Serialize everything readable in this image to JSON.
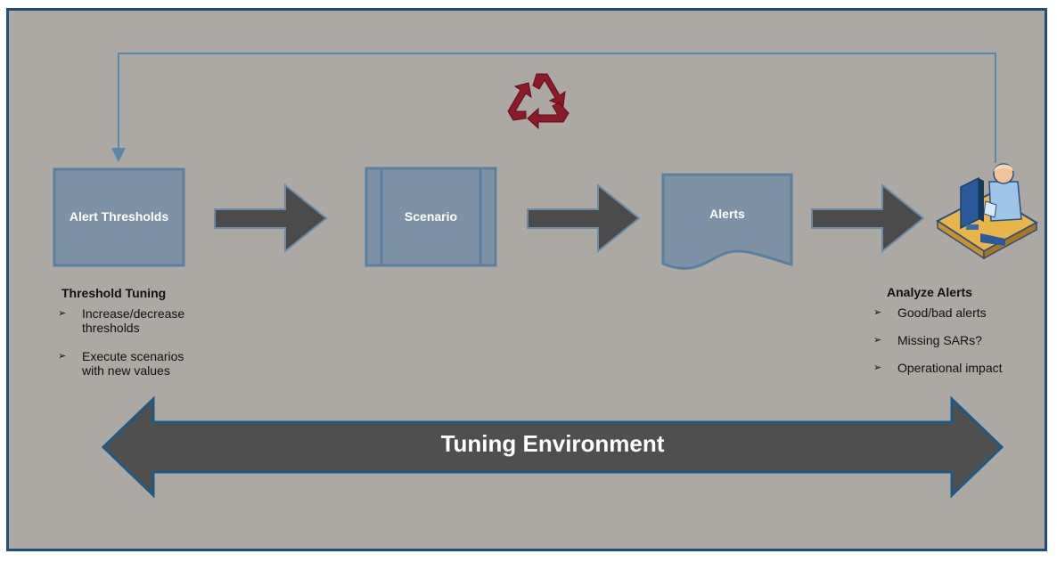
{
  "colors": {
    "background": "#aca8a3",
    "frame_border": "#1e4f7a",
    "box_fill": "#7d92a7",
    "box_border": "#5a7f9f",
    "arrow_fill": "#4b4b4b",
    "arrow_outline": "#6d8ba5",
    "loop_line": "#5a88ad",
    "recycle_icon": "#8c1a28",
    "banner_fill": "#4f4f4f",
    "banner_outline": "#1f5a86"
  },
  "nodes": {
    "thresholds": {
      "label": "Alert Thresholds"
    },
    "scenario": {
      "label": "Scenario"
    },
    "alerts": {
      "label": "Alerts"
    },
    "analyst": {
      "icon": "analyst-at-computer-icon"
    }
  },
  "cycle_icon": "recycle-icon",
  "threshold_tuning": {
    "title": "Threshold Tuning",
    "items": [
      {
        "line1": "Increase/decrease",
        "line2": "thresholds"
      },
      {
        "line1": "Execute scenarios",
        "line2": "with new values"
      }
    ]
  },
  "analyze_alerts": {
    "title": "Analyze Alerts",
    "items": [
      "Good/bad alerts",
      "Missing SARs?",
      "Operational impact"
    ]
  },
  "bullet_marker": "➢",
  "banner": {
    "label": "Tuning Environment"
  }
}
